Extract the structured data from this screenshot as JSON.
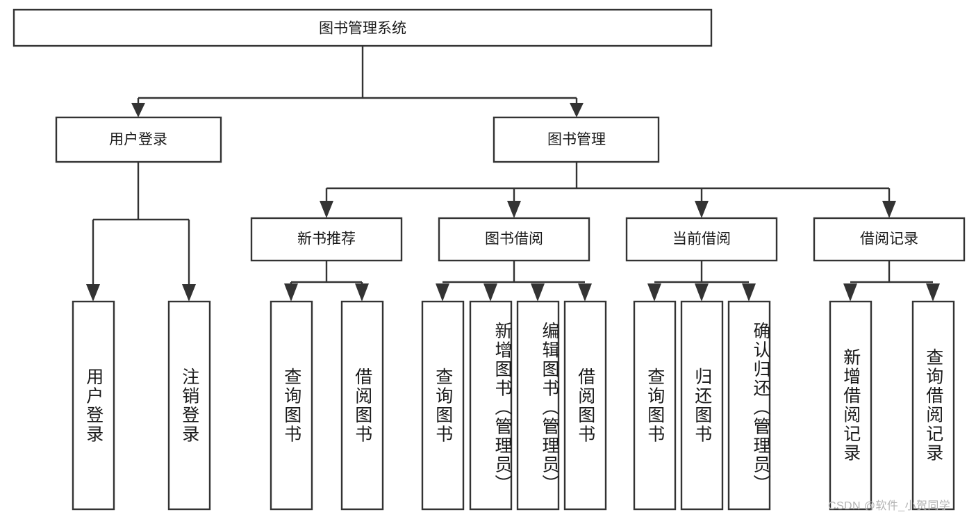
{
  "diagram": {
    "type": "tree-hierarchy-chart",
    "title": "图书管理系统",
    "colors": {
      "box_stroke": "#333333",
      "box_fill": "#ffffff",
      "text": "#1a1a1a",
      "background": "#ffffff",
      "watermark": "#b3b3b3"
    },
    "root": {
      "label": "图书管理系统"
    },
    "level2": [
      {
        "label": "用户登录"
      },
      {
        "label": "图书管理"
      }
    ],
    "level3": [
      {
        "label": "新书推荐"
      },
      {
        "label": "图书借阅"
      },
      {
        "label": "当前借阅"
      },
      {
        "label": "借阅记录"
      }
    ],
    "leaves": {
      "user_login": [
        {
          "label": "用户登录"
        },
        {
          "label": "注销登录"
        }
      ],
      "new_book_recommend": [
        {
          "label": "查询图书"
        },
        {
          "label": "借阅图书"
        }
      ],
      "book_borrow": [
        {
          "label": "查询图书"
        },
        {
          "label": "新增图书（管理员）"
        },
        {
          "label": "编辑图书（管理员）"
        },
        {
          "label": "借阅图书"
        }
      ],
      "current_borrow": [
        {
          "label": "查询图书"
        },
        {
          "label": "归还图书"
        },
        {
          "label": "确认归还（管理员）"
        }
      ],
      "borrow_record": [
        {
          "label": "新增借阅记录"
        },
        {
          "label": "查询借阅记录"
        }
      ]
    }
  },
  "watermark": {
    "text": "CSDN @软件_小贺同学"
  }
}
